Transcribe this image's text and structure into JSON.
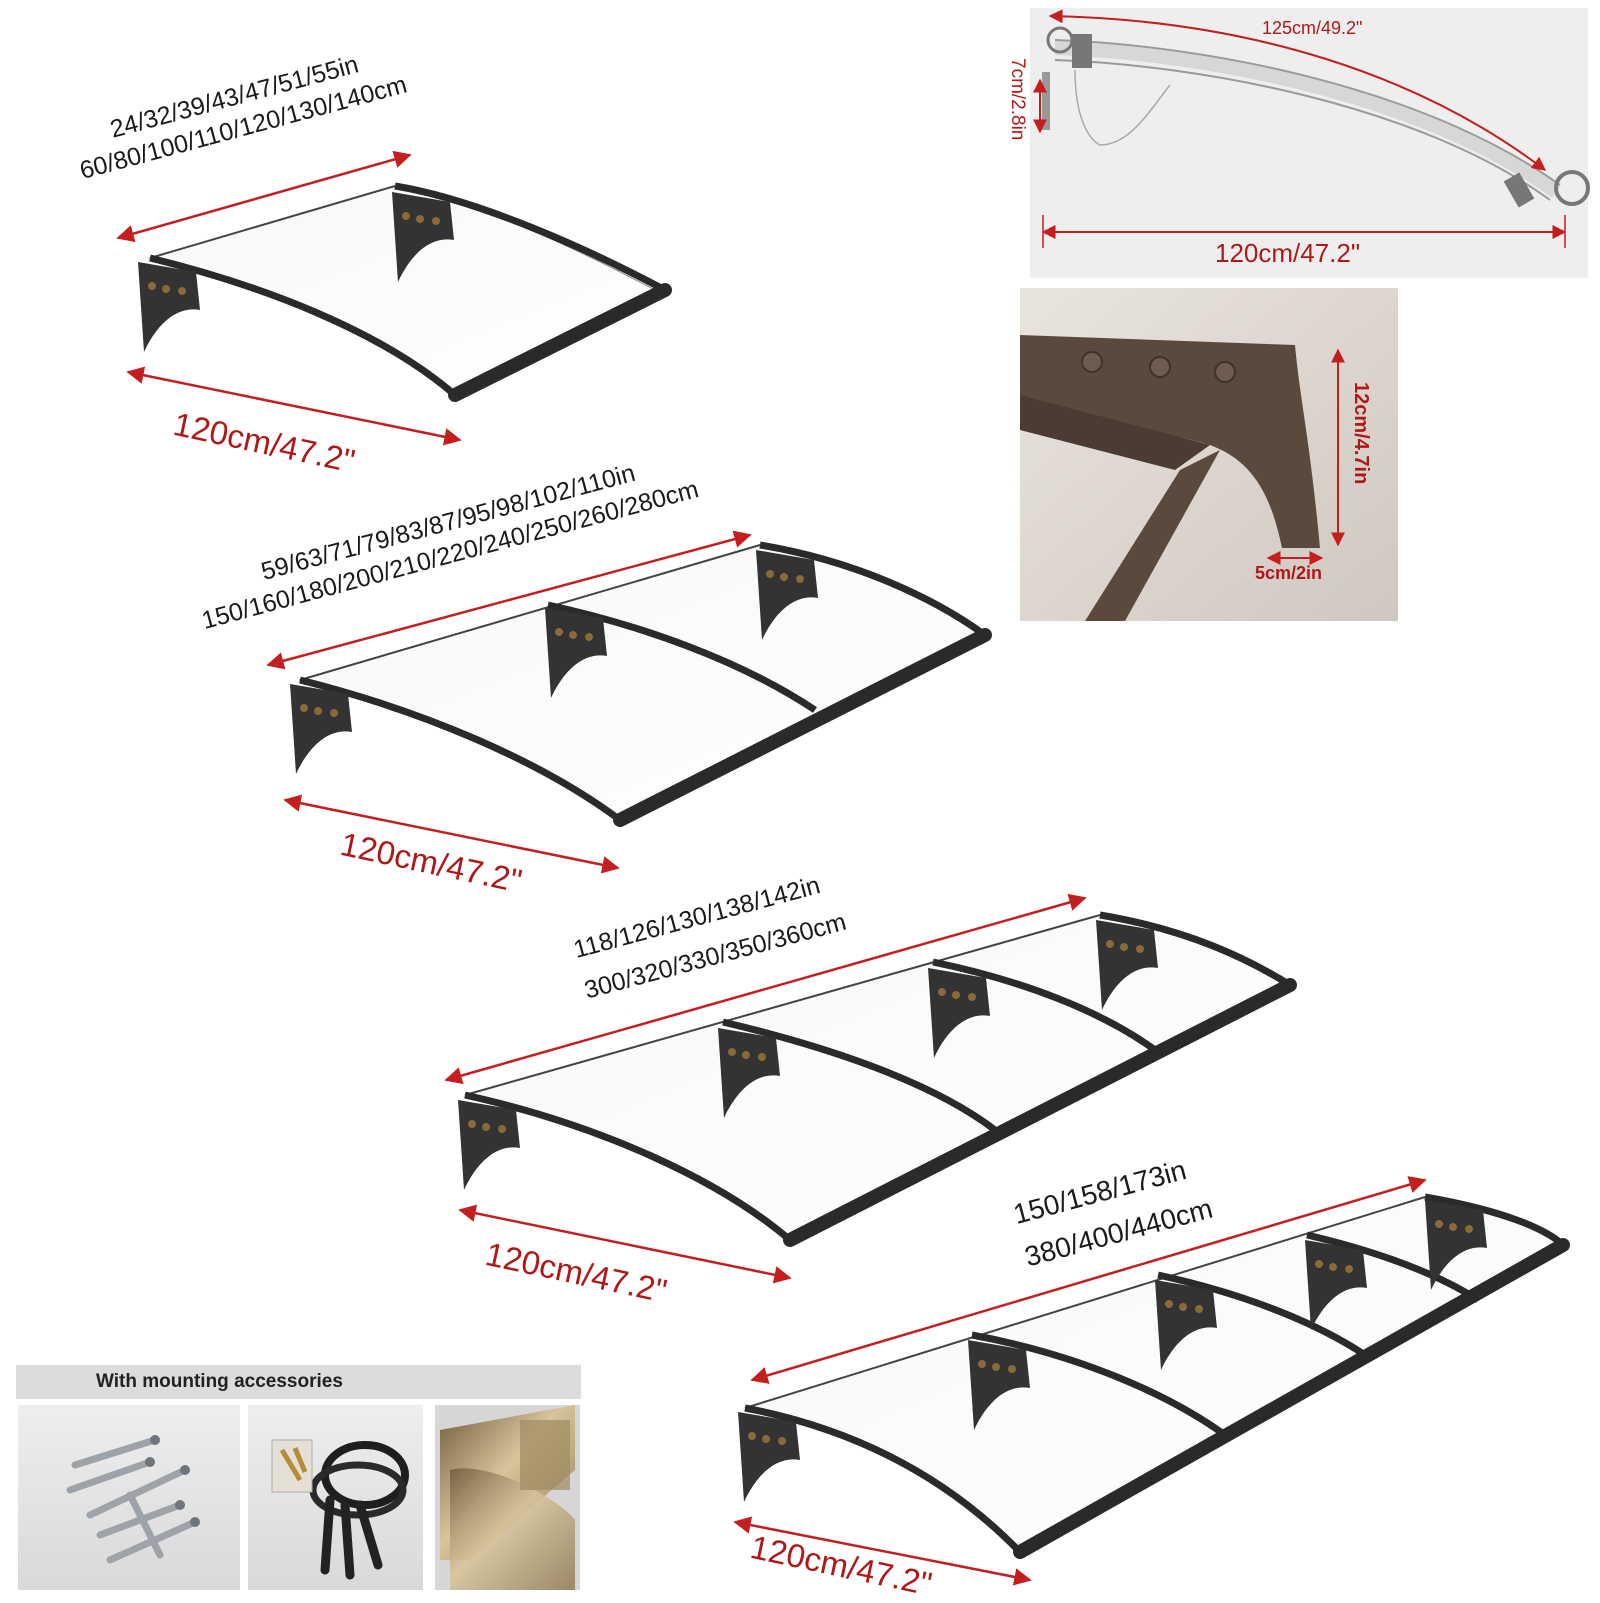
{
  "canopies": [
    {
      "width_in": "24/32/39/43/47/51/55in",
      "width_cm": "60/80/100/110/120/130/140cm",
      "depth": "120cm/47.2\""
    },
    {
      "width_in": "59/63/71/79/83/87/95/98/102/110in",
      "width_cm": "150/160/180/200/210/220/240/250/260/280cm",
      "depth": "120cm/47.2\""
    },
    {
      "width_in": "118/126/130/138/142in",
      "width_cm": "300/320/330/350/360cm",
      "depth": "120cm/47.2\""
    },
    {
      "width_in": "150/158/173in",
      "width_cm": "380/400/440cm",
      "depth": "120cm/47.2\""
    }
  ],
  "profile_diagram": {
    "arc_length": "125cm/49.2\"",
    "height": "7cm/2.8in",
    "depth": "120cm/47.2\""
  },
  "bracket_detail": {
    "height": "12cm/4.7in",
    "width": "5cm/2in"
  },
  "accessories": {
    "title": "With mounting accessories"
  },
  "colors": {
    "frame": "#2a2a2a",
    "dimension_arrow": "#c41e1e",
    "bracket_wall": "#d8d2cc",
    "bracket_metal": "#5a4a3e"
  }
}
